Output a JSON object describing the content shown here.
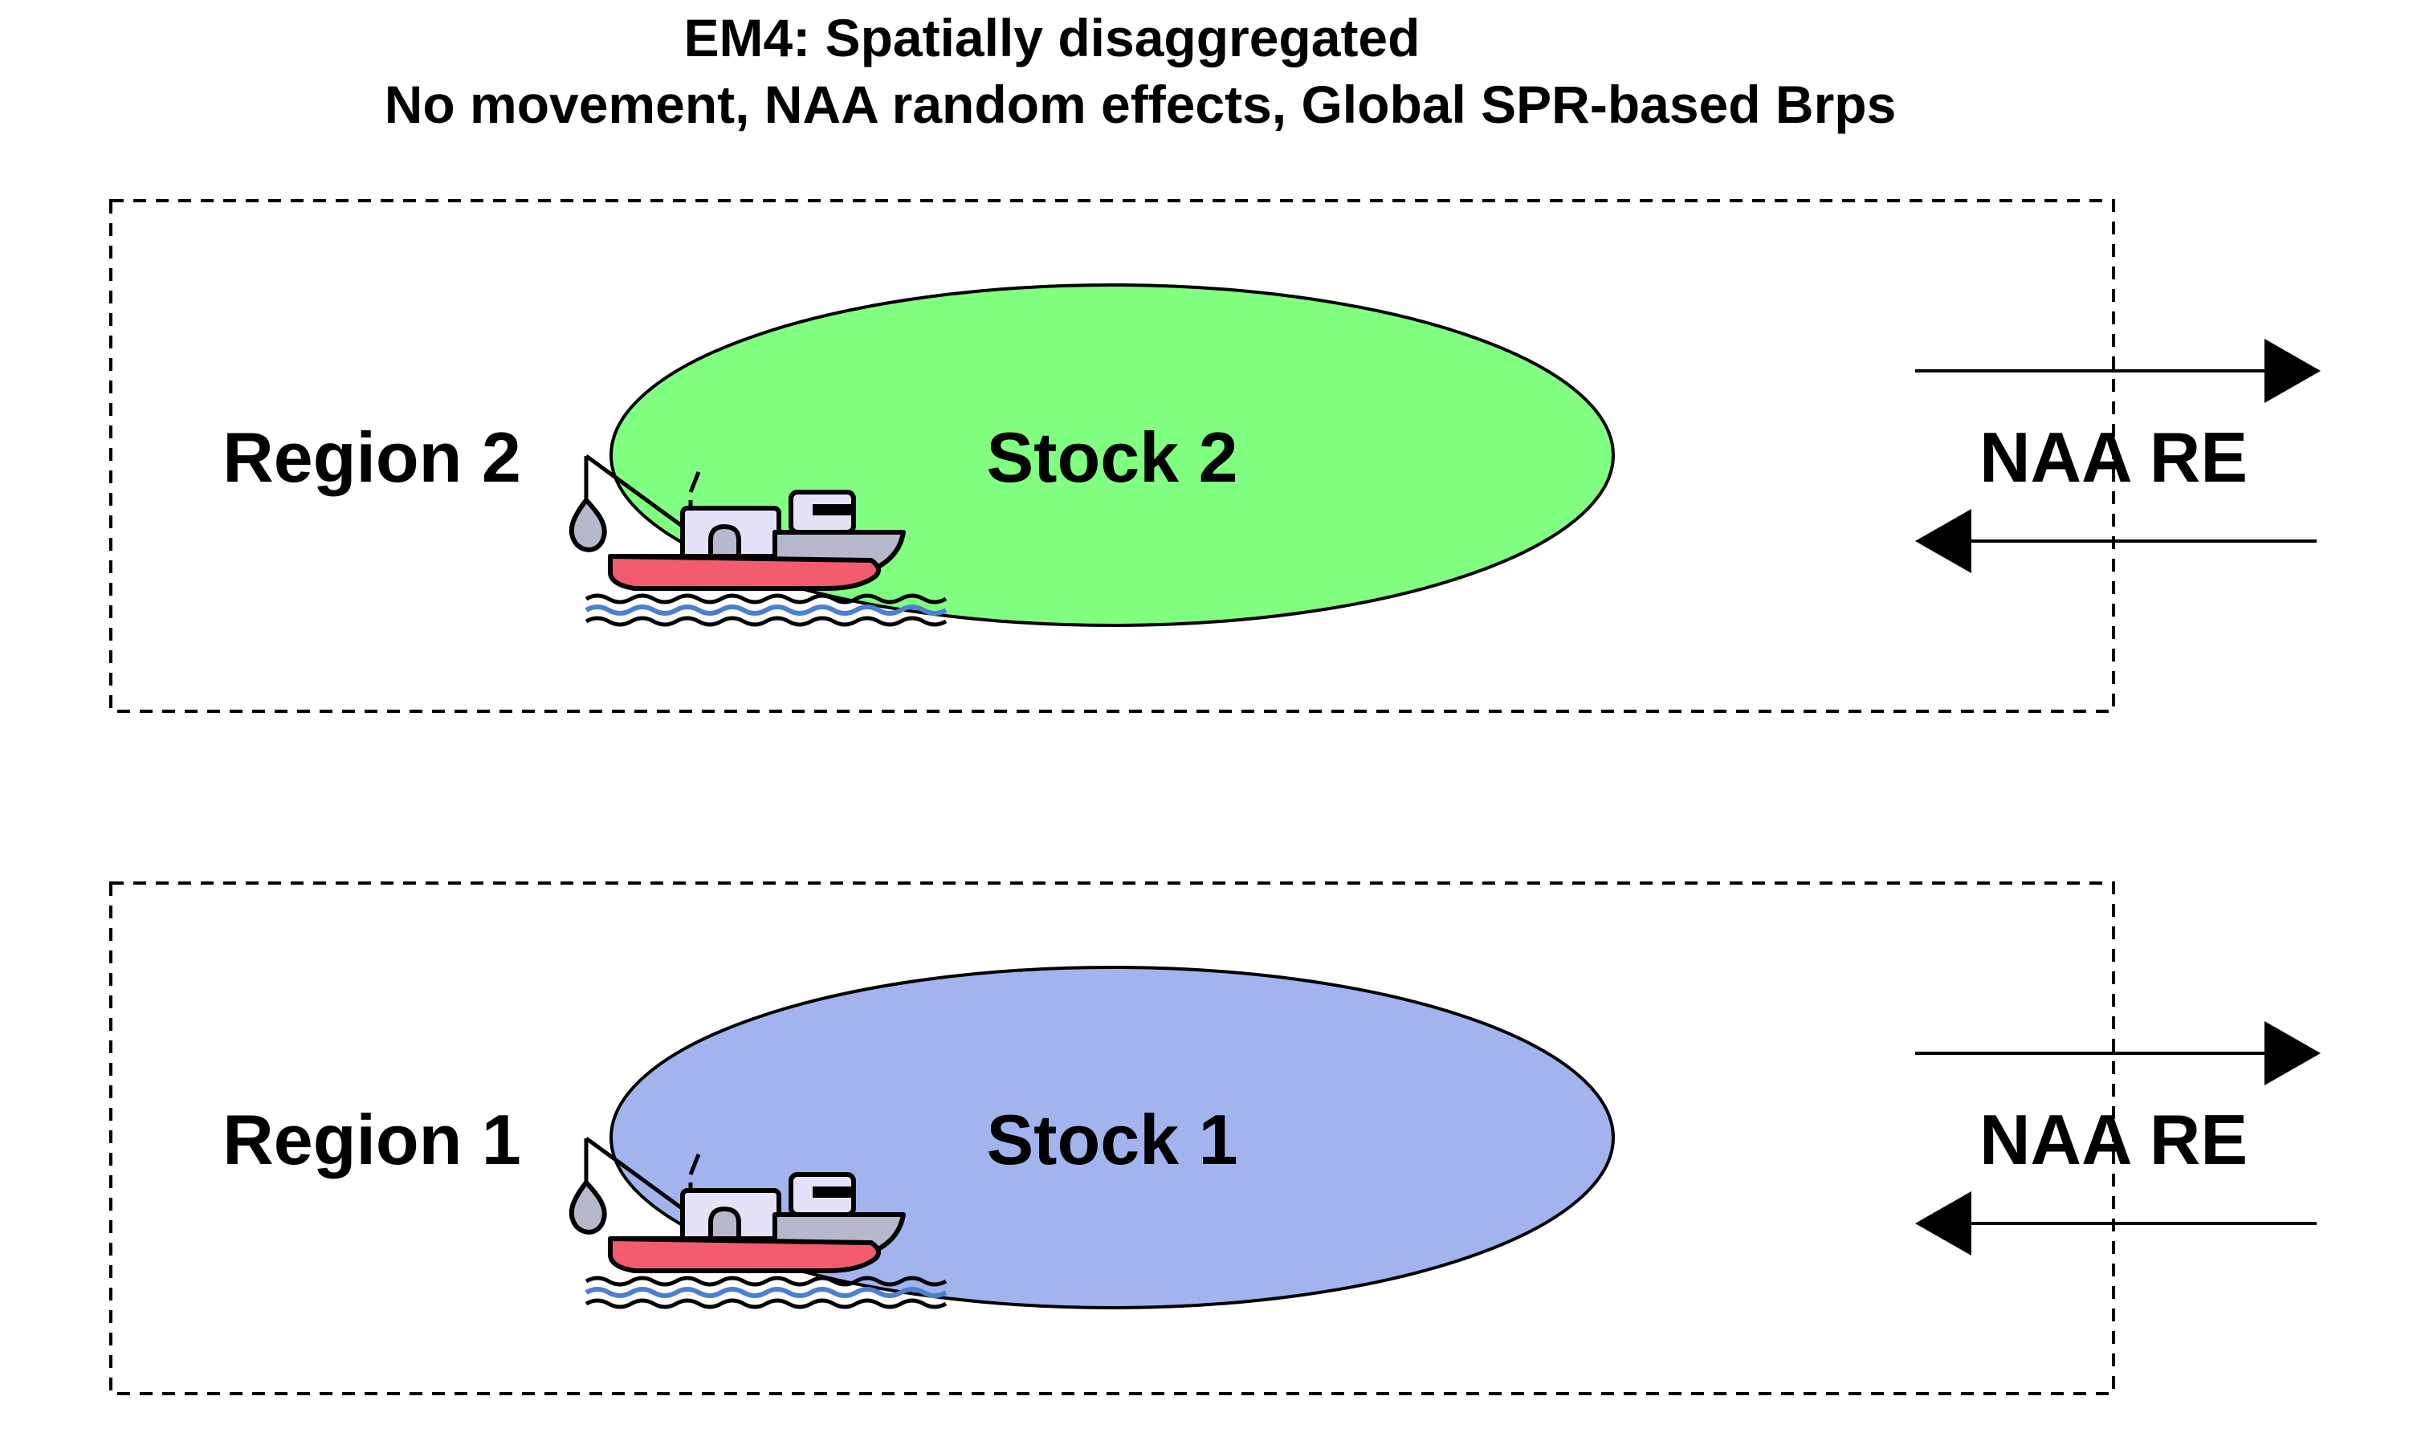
{
  "title": {
    "line1": "EM4: Spatially disaggregated",
    "line2": "No movement, NAA random effects, Global SPR-based Brps"
  },
  "regions": [
    {
      "region_label": "Region 2",
      "stock_label": "Stock 2",
      "effect_label": "NAA RE",
      "stock_color": "#80ff80"
    },
    {
      "region_label": "Region 1",
      "stock_label": "Stock 1",
      "effect_label": "NAA RE",
      "stock_color": "#a1b4ee"
    }
  ],
  "icons": {
    "boat": "fishing-boat-icon"
  },
  "colors": {
    "boat_hull": "#f25c6e",
    "boat_deck": "#b6b8cb",
    "boat_cabin": "#e4e2f7",
    "water": "#4a7fd1",
    "line": "#000000"
  }
}
